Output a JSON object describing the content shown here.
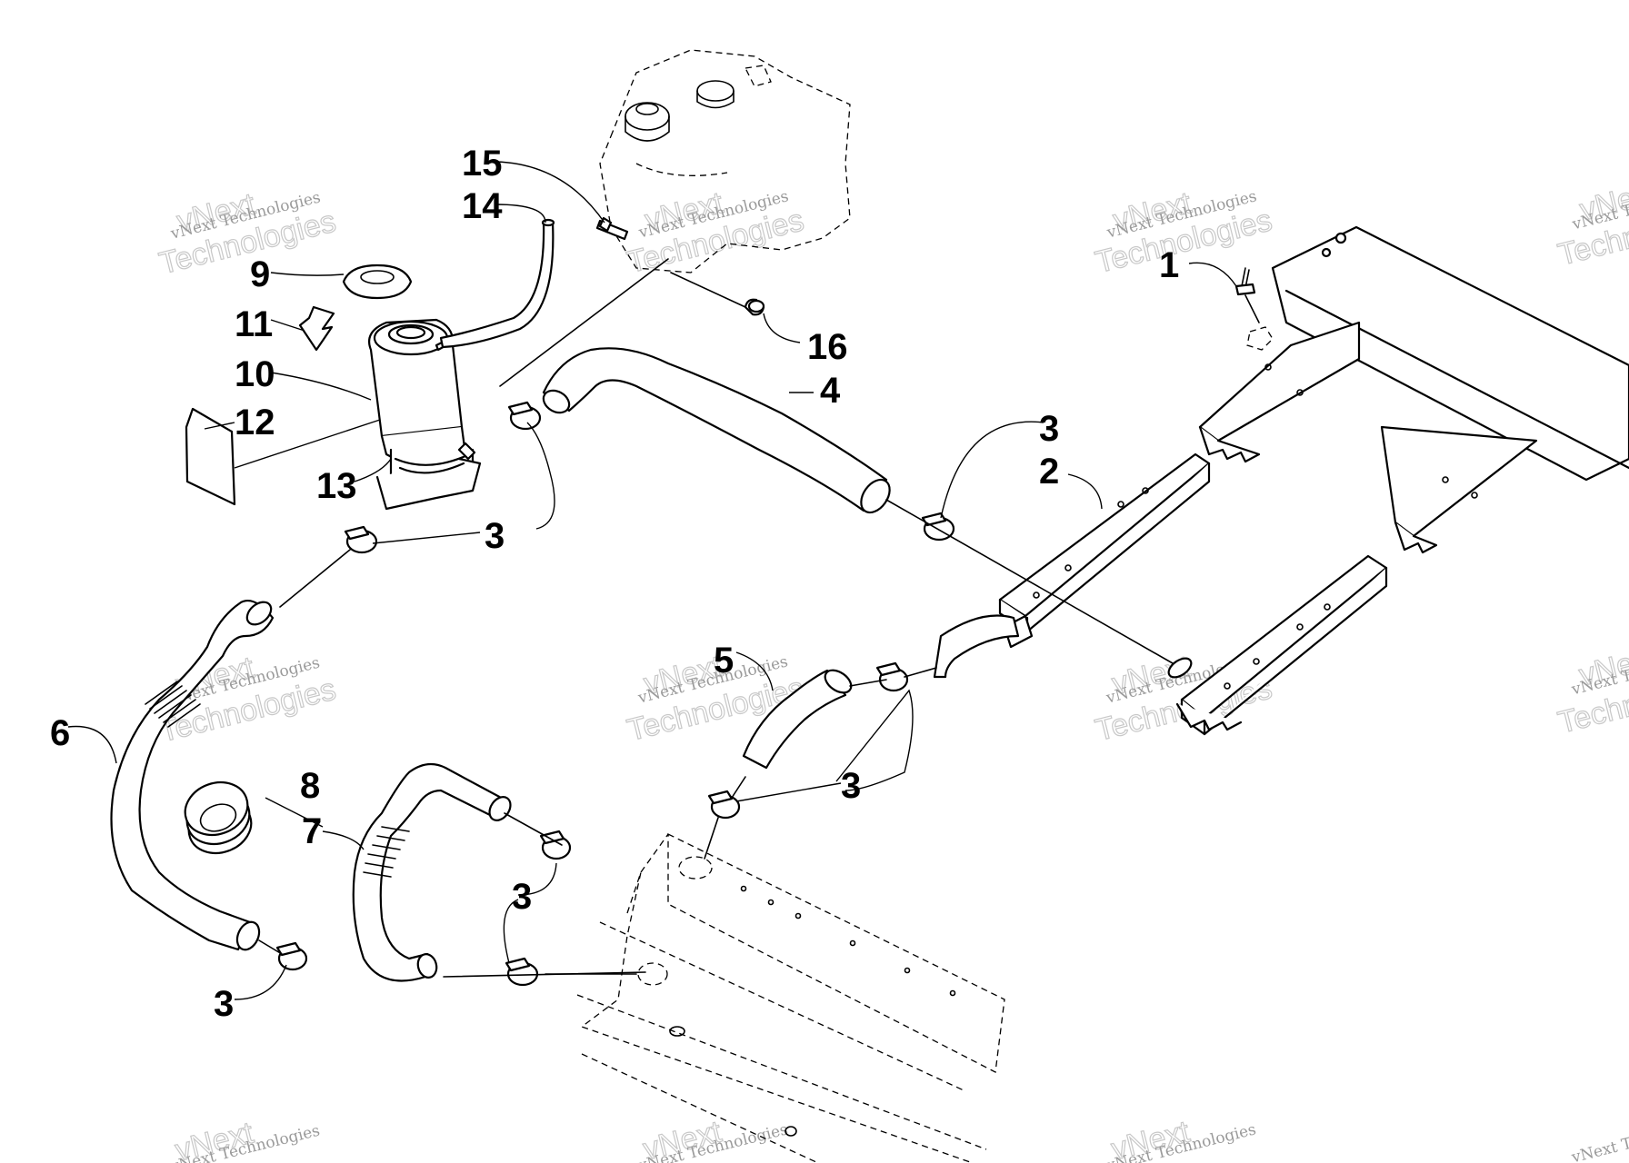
{
  "callouts": {
    "c1": "1",
    "c2": "2",
    "c3a": "3",
    "c3b": "3",
    "c3c": "3",
    "c3d": "3",
    "c3e": "3",
    "c4": "4",
    "c5": "5",
    "c6": "6",
    "c7": "7",
    "c8": "8",
    "c9": "9",
    "c10": "10",
    "c11": "11",
    "c12": "12",
    "c13": "13",
    "c14": "14",
    "c15": "15",
    "c16": "16"
  },
  "watermark": {
    "line1": "vNext",
    "line2": "vNext Technologies",
    "line3": "Technologies"
  },
  "colors": {
    "ink": "#000000",
    "watermark": "#9a9a9a",
    "background": "#ffffff"
  }
}
